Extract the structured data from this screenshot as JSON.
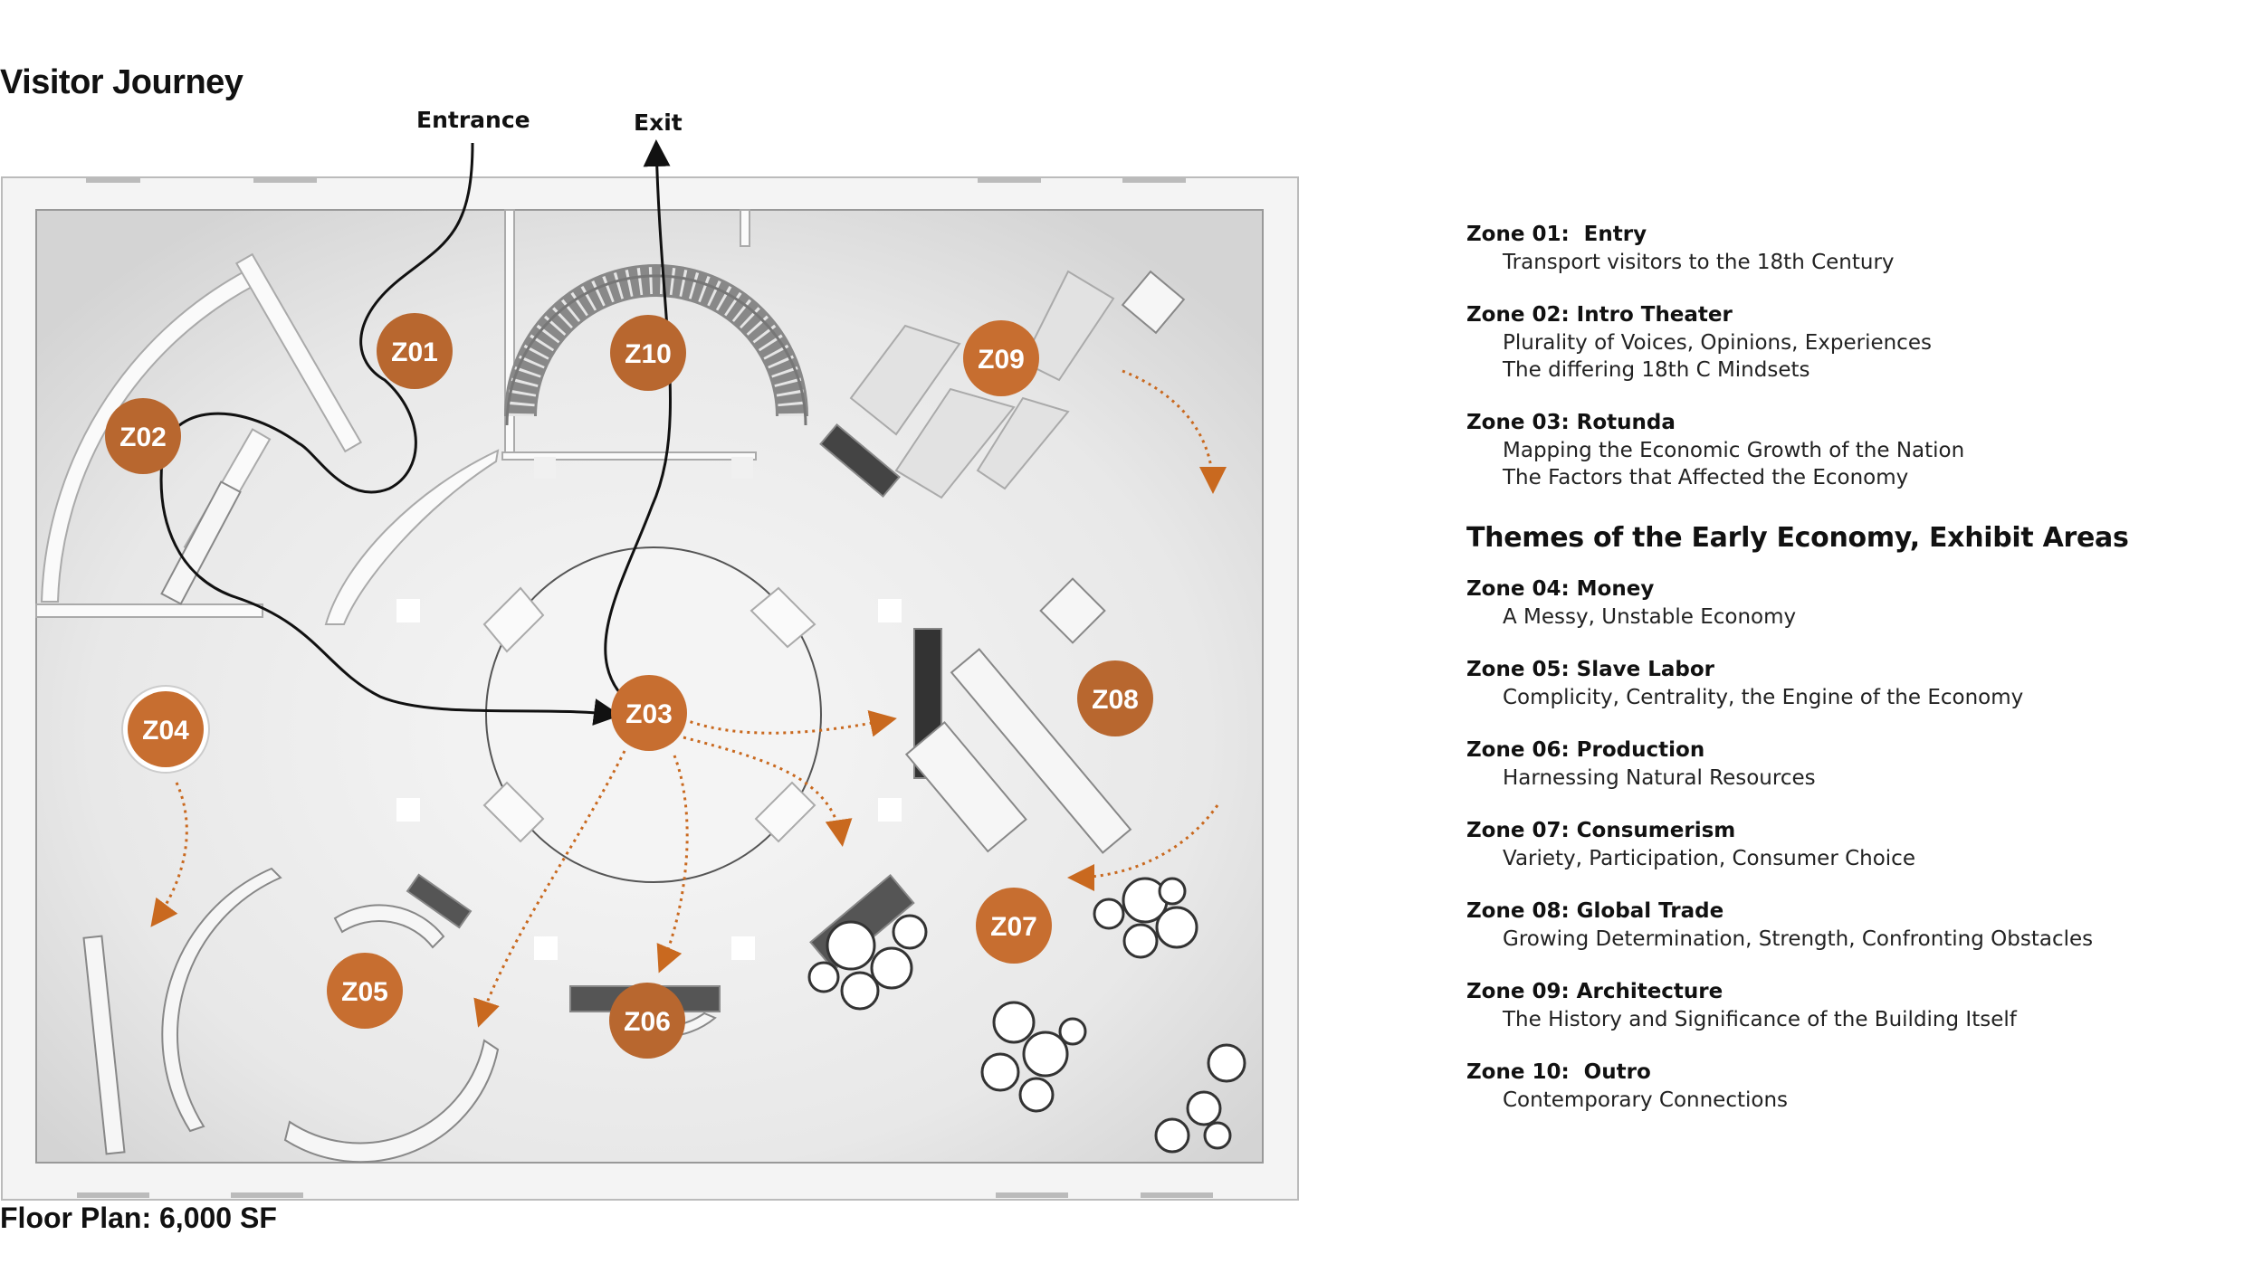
{
  "title": "Visitor Journey",
  "caption": "Floor Plan: 6,000 SF",
  "route": {
    "entrance": "Entrance",
    "exit": "Exit"
  },
  "colors": {
    "zone": "#b8672f",
    "path": "#c9691f",
    "route": "#111111",
    "floor": "#e6e6e6",
    "wall": "#fafafa"
  },
  "zone_markers": [
    {
      "id": "z01",
      "label": "Z01"
    },
    {
      "id": "z02",
      "label": "Z02"
    },
    {
      "id": "z03",
      "label": "Z03"
    },
    {
      "id": "z04",
      "label": "Z04"
    },
    {
      "id": "z05",
      "label": "Z05"
    },
    {
      "id": "z06",
      "label": "Z06"
    },
    {
      "id": "z07",
      "label": "Z07"
    },
    {
      "id": "z08",
      "label": "Z08"
    },
    {
      "id": "z09",
      "label": "Z09"
    },
    {
      "id": "z10",
      "label": "Z10"
    }
  ],
  "legend": {
    "intro_zones": [
      {
        "title": "Zone 01:  Entry",
        "lines": [
          "Transport visitors to the 18th Century"
        ]
      },
      {
        "title": "Zone 02: Intro Theater",
        "lines": [
          "Plurality of Voices, Opinions, Experiences",
          "The differing 18th C Mindsets"
        ]
      },
      {
        "title": "Zone 03: Rotunda",
        "lines": [
          "Mapping the Economic Growth of the Nation",
          "The Factors that Affected the Economy"
        ]
      }
    ],
    "section_title": "Themes of the Early Economy, Exhibit Areas",
    "theme_zones": [
      {
        "title": "Zone 04: Money",
        "lines": [
          "A Messy, Unstable Economy"
        ]
      },
      {
        "title": "Zone 05: Slave Labor",
        "lines": [
          "Complicity, Centrality, the Engine of the Economy"
        ]
      },
      {
        "title": "Zone 06: Production",
        "lines": [
          "Harnessing Natural Resources"
        ]
      },
      {
        "title": "Zone 07: Consumerism",
        "lines": [
          "Variety, Participation, Consumer Choice"
        ]
      },
      {
        "title": "Zone 08: Global Trade",
        "lines": [
          "Growing Determination, Strength, Confronting Obstacles"
        ]
      },
      {
        "title": "Zone 09: Architecture",
        "lines": [
          "The History and Significance of the Building Itself"
        ]
      },
      {
        "title": "Zone 10:  Outro",
        "lines": [
          "Contemporary Connections"
        ]
      }
    ]
  }
}
